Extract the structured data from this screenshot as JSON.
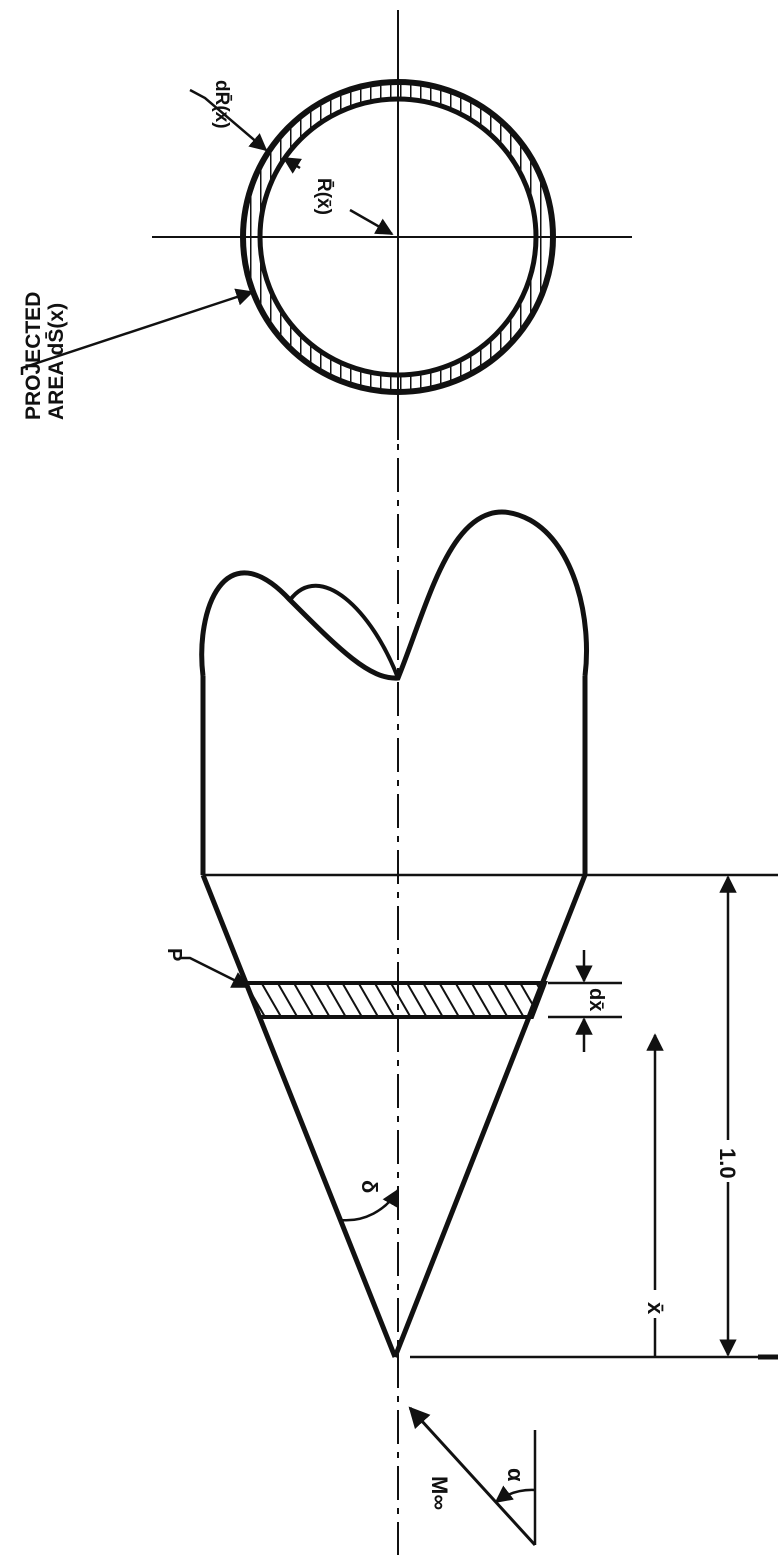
{
  "labels": {
    "projected_line1": "PROJECTED",
    "projected_line2": "AREA dS̄(x)",
    "dR": "dR̄(x)",
    "R": "R̄(x̄)",
    "P": "P",
    "dx": "dx̄",
    "x": "x̄",
    "length": "1.0",
    "delta": "δ",
    "alpha": "α",
    "mach": "M∞"
  },
  "colors": {
    "ink": "#111111",
    "paper": "#ffffff"
  }
}
